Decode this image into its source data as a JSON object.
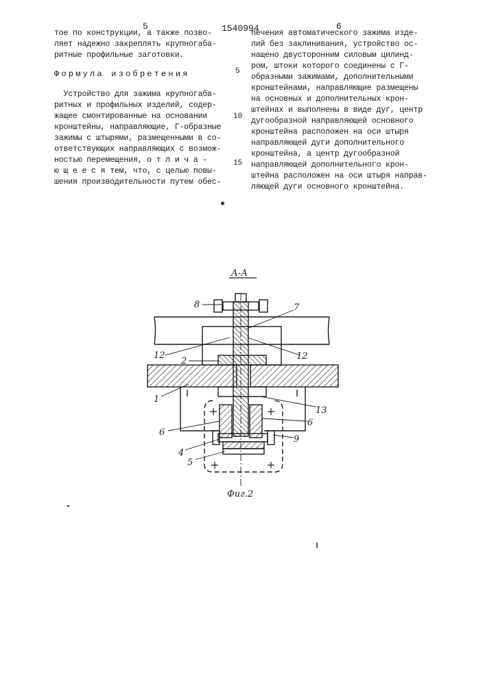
{
  "page_numbers": {
    "left": "5",
    "center": "1540994",
    "right": "6"
  },
  "left_column": {
    "continuation": [
      "тое по конструкции, а также позво-",
      "ляет надежно закреплять крупногаба-",
      "ритные профильные заготовки."
    ],
    "heading": "Формула изобретения",
    "claim": [
      "  Устройство для зажима крупногаба-",
      "ритных и профильных изделий, содер-",
      "жащее смонтированные на основании",
      "кронштейны, направляющие, Г-образные",
      "зажимы с штырями, размещенными в со-",
      "ответствующих направляющих с возмож-",
      "ностью перемещения, о т л и ч а -",
      "ю щ е е с я тем, что, с целью повы-",
      "шения производительности путем обес-"
    ]
  },
  "right_column": {
    "lines": [
      "печения автоматического зажима изде-",
      "лий без заклинивания, устройство ос-",
      "нащено двусторонним силовым цилинд-",
      "ром, штоки которого соединены с Г-",
      "образными зажимами, дополнительными",
      "кронштейнами, направляющие размещены",
      "на основных и дополнительных крон-",
      "штейнах и выполнены в виде дуг, центр",
      "дугообразной направляющей основного",
      "кронштейна расположен на оси штыря",
      "направляющей дуги дополнительного",
      "кронштейна, а центр дугообразной",
      "направляющей дополнительного крон-",
      "штейна расположен на оси штыря направ-",
      "ляющей дуги основного кронштейна."
    ]
  },
  "line_numbers": [
    "5",
    "10",
    "15"
  ],
  "figure": {
    "section_label": "А-А",
    "caption": "Фиг.2",
    "labels": {
      "l1": "1",
      "l2": "2",
      "l4": "4",
      "l5": "5",
      "l6a": "6",
      "l6b": "6",
      "l7": "7",
      "l8": "8",
      "l9": "9",
      "l12a": "12",
      "l12b": "12",
      "l13": "13"
    }
  }
}
